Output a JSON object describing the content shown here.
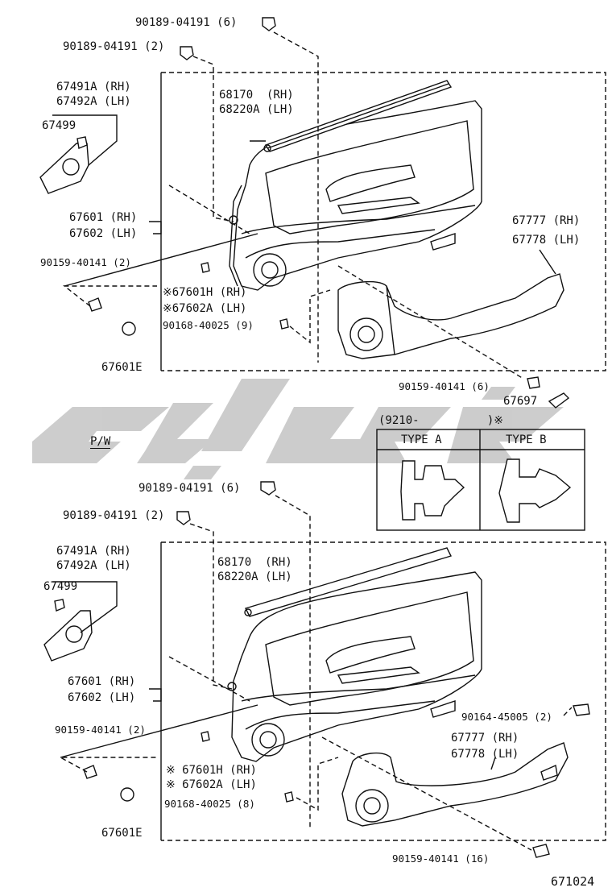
{
  "top": {
    "labels": {
      "clip_6": "90189-04191 (6)",
      "clip_2": "90189-04191 (2)",
      "cover_rh": "67491A (RH)",
      "cover_lh": "67492A (LH)",
      "cover_pin": "67499",
      "weather_rh": "68170  (RH)",
      "weather_lh": "68220A (LH)",
      "panel_rh": "67601 (RH)",
      "panel_lh": "67602 (LH)",
      "screw_2": "90159-40141 (2)",
      "sub_rh": "※67601H (RH)",
      "sub_lh": "※67602A (LH)",
      "clip_9": "90168-40025 (9)",
      "pad": "67601E",
      "arm_rh": "67777 (RH)",
      "arm_lh": "67778 (LH)",
      "screw_6": "90159-40141 (6)",
      "plug": "67697"
    }
  },
  "middle": {
    "pw": "P/W",
    "clip_box": {
      "header": "(9210-          )※",
      "type_a": "TYPE A",
      "type_b": "TYPE B"
    }
  },
  "bottom": {
    "labels": {
      "clip_6": "90189-04191 (6)",
      "clip_2": "90189-04191 (2)",
      "cover_rh": "67491A (RH)",
      "cover_lh": "67492A (LH)",
      "cover_pin": "67499",
      "weather_rh": "68170  (RH)",
      "weather_lh": "68220A (LH)",
      "panel_rh": "67601 (RH)",
      "panel_lh": "67602 (LH)",
      "screw_2": "90159-40141 (2)",
      "bolt_2": "90164-45005 (2)",
      "arm_rh": "67777 (RH)",
      "arm_lh": "67778 (LH)",
      "sub_rh": "※ 67601H (RH)",
      "sub_lh": "※ 67602A (LH)",
      "clip_8": "90168-40025 (8)",
      "pad": "67601E",
      "screw_16": "90159-40141 (16)"
    }
  },
  "figure_number": "671024"
}
